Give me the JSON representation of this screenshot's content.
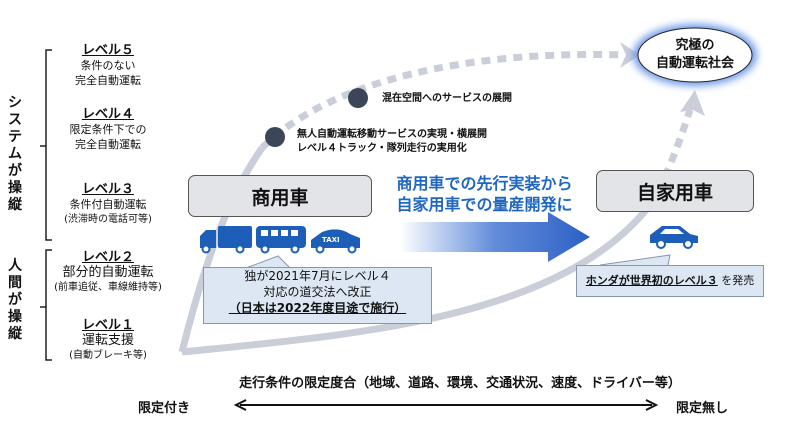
{
  "levels": [
    {
      "title": "レベル５",
      "lines": [
        "条件のない",
        "完全自動運転"
      ]
    },
    {
      "title": "レベル４",
      "lines": [
        "限定条件下での",
        "完全自動運転"
      ]
    },
    {
      "title": "レベル３",
      "lines": [
        "条件付自動運転",
        "(渋滞時の電話可等)"
      ]
    },
    {
      "title": "レベル２",
      "lines": [
        "部分的自動運転",
        "(前車追従、車線維持等)"
      ]
    },
    {
      "title": "レベル１",
      "lines": [
        "運転支援",
        "(自動ブレーキ等)"
      ]
    }
  ],
  "groups": {
    "system": "システムが操縦",
    "human": "人間が操縦"
  },
  "goal": [
    "究極の",
    "自動運転社会"
  ],
  "milestones": [
    "混在空間へのサービスの展開",
    "無人自動運転移動サービスの実現・横展開",
    "レベル４トラック・隊列走行の実用化"
  ],
  "commercial": "商用車",
  "private": "自家用車",
  "message": [
    "商用車での先行実装から",
    "自家用車での量産開発に"
  ],
  "taxi_label": "TAXI",
  "callout_left": [
    "独が2021年7月にレベル４",
    "対応の道交法へ改正",
    "（日本は2022年度目途で施行）"
  ],
  "callout_right": {
    "underlined": "ホンダが世界初のレベル３",
    "rest": "を発売"
  },
  "axis": {
    "title": "走行条件の限定度合（地域、道路、環境、交通状況、速度、ドライバー等）",
    "left": "限定付き",
    "right": "限定無し"
  },
  "colors": {
    "accent": "#1f66c1",
    "vehicle": "#1d5fb8",
    "curve": "#c9ced8",
    "dot": "#3c4658"
  }
}
